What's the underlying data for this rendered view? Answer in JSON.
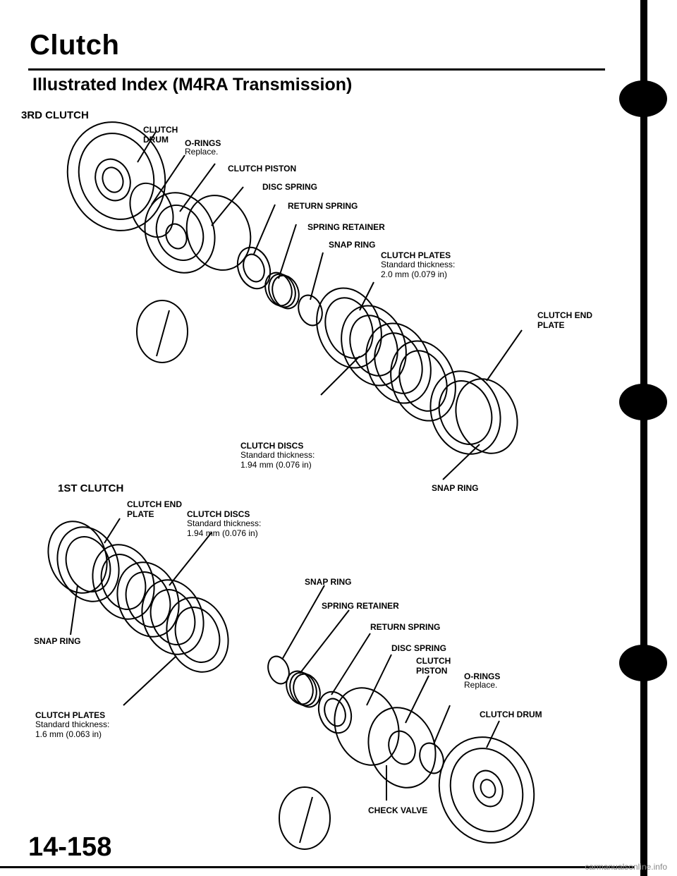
{
  "title": "Clutch",
  "subtitle": "Illustrated Index (M4RA Transmission)",
  "page_number": "14-158",
  "footer": "carmanualsonline.info",
  "third_clutch": {
    "heading": "3RD CLUTCH",
    "clutch_drum": "CLUTCH\nDRUM",
    "o_rings": "O-RINGS",
    "o_rings_note": "Replace.",
    "clutch_piston": "CLUTCH PISTON",
    "disc_spring": "DISC SPRING",
    "return_spring": "RETURN SPRING",
    "spring_retainer": "SPRING RETAINER",
    "snap_ring": "SNAP RING",
    "clutch_plates": "CLUTCH PLATES",
    "clutch_plates_note": "Standard thickness:\n2.0 mm (0.079 in)",
    "clutch_end_plate": "CLUTCH END\nPLATE",
    "clutch_discs": "CLUTCH DISCS",
    "clutch_discs_note": "Standard thickness:\n1.94 mm (0.076 in)",
    "snap_ring_2": "SNAP RING"
  },
  "first_clutch": {
    "heading": "1ST CLUTCH",
    "clutch_end_plate": "CLUTCH END\nPLATE",
    "clutch_discs": "CLUTCH DISCS",
    "clutch_discs_note": "Standard thickness:\n1.94 mm (0.076 in)",
    "snap_ring_left": "SNAP RING",
    "snap_ring": "SNAP RING",
    "spring_retainer": "SPRING RETAINER",
    "return_spring": "RETURN SPRING",
    "disc_spring": "DISC SPRING",
    "clutch_piston": "CLUTCH\nPISTON",
    "o_rings": "O-RINGS",
    "o_rings_note": "Replace.",
    "clutch_drum": "CLUTCH DRUM",
    "clutch_plates": "CLUTCH PLATES",
    "clutch_plates_note": "Standard thickness:\n1.6 mm (0.063 in)",
    "check_valve": "CHECK VALVE"
  }
}
